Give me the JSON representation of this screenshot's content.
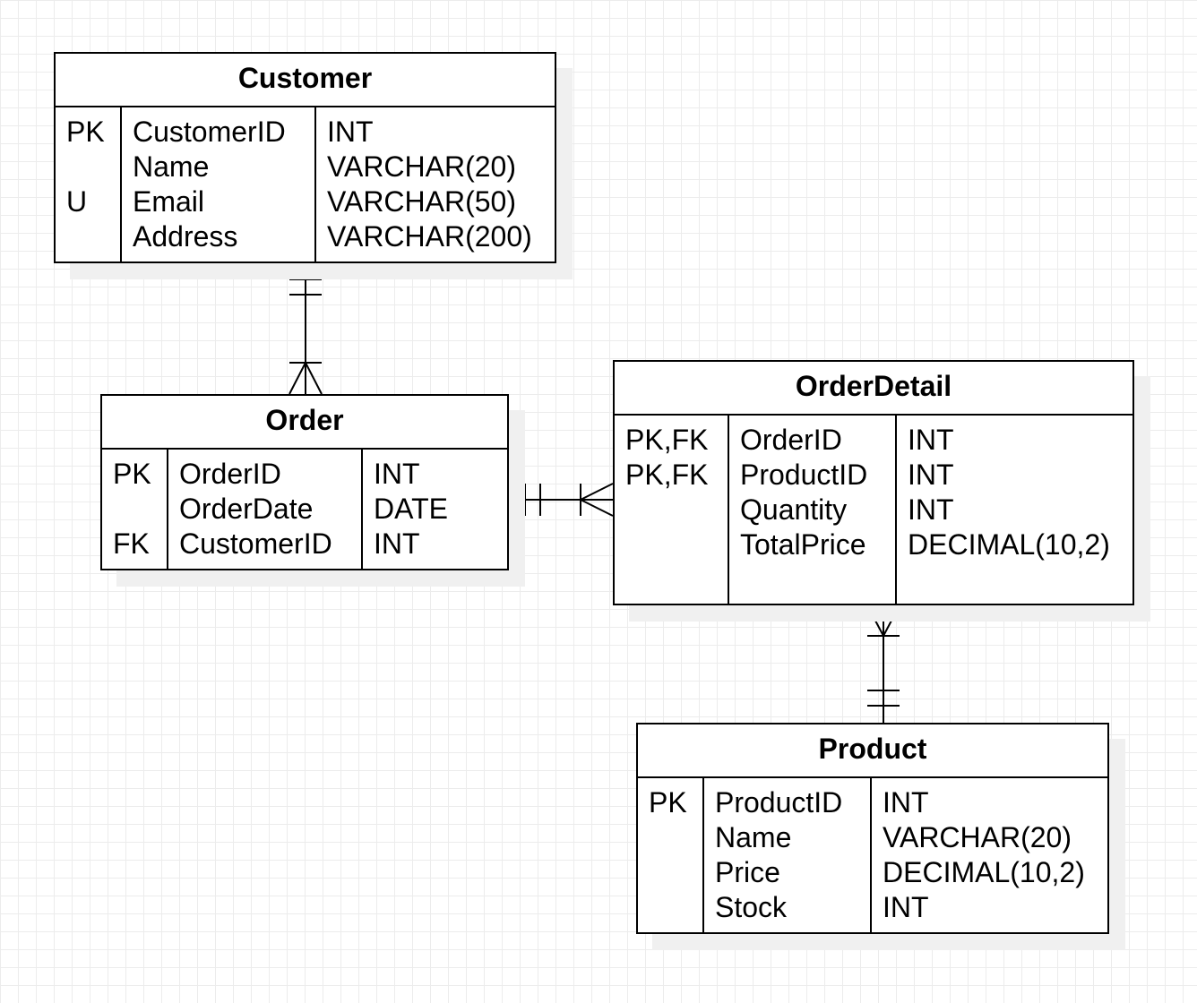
{
  "entities": {
    "customer": {
      "title": "Customer",
      "rows": [
        {
          "key": "PK",
          "name": "CustomerID",
          "type": "INT"
        },
        {
          "key": "",
          "name": "Name",
          "type": "VARCHAR(20)"
        },
        {
          "key": "U",
          "name": "Email",
          "type": "VARCHAR(50)"
        },
        {
          "key": "",
          "name": "Address",
          "type": "VARCHAR(200)"
        }
      ]
    },
    "order": {
      "title": "Order",
      "rows": [
        {
          "key": "PK",
          "name": "OrderID",
          "type": "INT"
        },
        {
          "key": "",
          "name": "OrderDate",
          "type": "DATE"
        },
        {
          "key": "FK",
          "name": "CustomerID",
          "type": "INT"
        }
      ]
    },
    "orderdetail": {
      "title": "OrderDetail",
      "rows": [
        {
          "key": "PK,FK",
          "name": "OrderID",
          "type": "INT"
        },
        {
          "key": "PK,FK",
          "name": "ProductID",
          "type": "INT"
        },
        {
          "key": "",
          "name": "Quantity",
          "type": "INT"
        },
        {
          "key": "",
          "name": "TotalPrice",
          "type": "DECIMAL(10,2)"
        }
      ]
    },
    "product": {
      "title": "Product",
      "rows": [
        {
          "key": "PK",
          "name": "ProductID",
          "type": "INT"
        },
        {
          "key": "",
          "name": "Name",
          "type": "VARCHAR(20)"
        },
        {
          "key": "",
          "name": "Price",
          "type": "DECIMAL(10,2)"
        },
        {
          "key": "",
          "name": "Stock",
          "type": "INT"
        }
      ]
    }
  },
  "relationships": [
    {
      "from": "customer",
      "from_cardinality": "exactly-one",
      "to": "order",
      "to_cardinality": "one-or-many"
    },
    {
      "from": "order",
      "from_cardinality": "exactly-one",
      "to": "orderdetail",
      "to_cardinality": "one-or-many"
    },
    {
      "from": "product",
      "from_cardinality": "exactly-one",
      "to": "orderdetail",
      "to_cardinality": "one-or-many"
    }
  ],
  "colors": {
    "line": "#000000",
    "shadow": "#f0f0f0",
    "grid": "#ececec",
    "background": "#ffffff"
  }
}
